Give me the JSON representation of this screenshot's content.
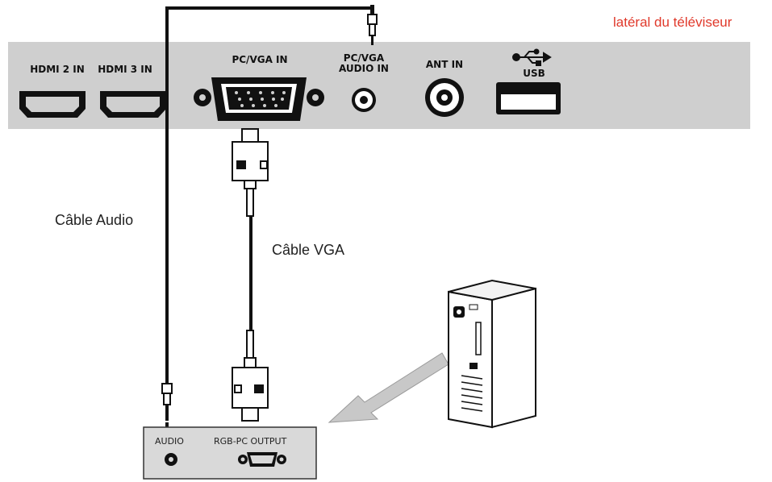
{
  "header": {
    "side_label": "latéral du téléviseur"
  },
  "tv_panel": {
    "ports": {
      "hdmi2": "HDMI 2 IN",
      "hdmi3": "HDMI 3 IN",
      "pc_vga": "PC/VGA IN",
      "pc_vga_audio_line1": "PC/VGA",
      "pc_vga_audio_line2": "AUDIO IN",
      "ant": "ANT IN",
      "usb": "USB"
    }
  },
  "cables": {
    "audio": "Câble Audio",
    "vga": "Câble VGA"
  },
  "pc_panel": {
    "audio": "AUDIO",
    "rgb": "RGB-PC OUTPUT"
  },
  "colors": {
    "panel": "#cfcfcf",
    "side_label": "#e0392b",
    "arrow": "#c8c8c8"
  }
}
